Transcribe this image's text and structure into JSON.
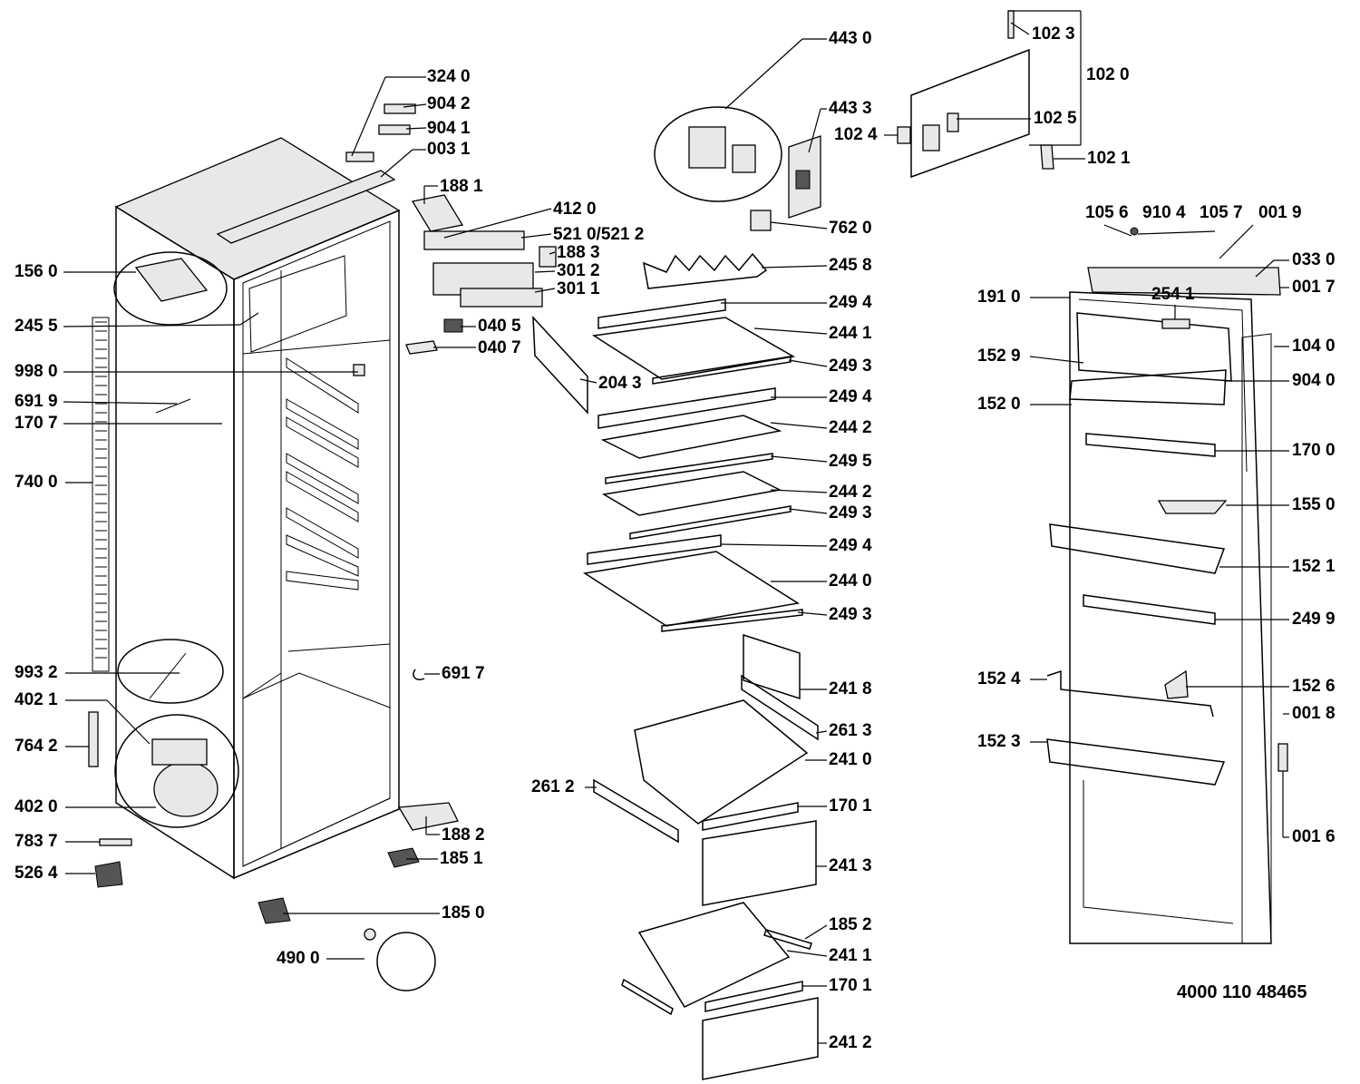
{
  "document_number": "4000 110 48465",
  "labels": {
    "l3240": "324 0",
    "l9042": "904 2",
    "l9041": "904 1",
    "l0031": "003 1",
    "l1881": "188 1",
    "l4120": "412 0",
    "l5210": "521 0/521 2",
    "l1883": "188 3",
    "l3012": "301 2",
    "l3011": "301 1",
    "l0405": "040 5",
    "l0407": "040 7",
    "l2043": "204 3",
    "l1560": "156 0",
    "l2455": "245 5",
    "l9980": "998 0",
    "l6919": "691 9",
    "l1707": "170 7",
    "l7400": "740 0",
    "l9932": "993 2",
    "l4021": "402 1",
    "l7642": "764 2",
    "l4020": "402 0",
    "l7837": "783 7",
    "l5264": "526 4",
    "l1882": "188 2",
    "l1851": "185 1",
    "l1850": "185 0",
    "l4900": "490 0",
    "l6917": "691 7",
    "l4430": "443 0",
    "l4433": "443 3",
    "l7620": "762 0",
    "l2458": "245 8",
    "l2494a": "249 4",
    "l2441": "244 1",
    "l2493a": "249 3",
    "l2494b": "249 4",
    "l2442a": "244 2",
    "l2495": "249 5",
    "l2442b": "244 2",
    "l2493b": "249 3",
    "l2494c": "249 4",
    "l2440": "244 0",
    "l2493c": "249 3",
    "l2418": "241 8",
    "l2613": "261 3",
    "l2410": "241 0",
    "l2612": "261 2",
    "l1701a": "170 1",
    "l2413": "241 3",
    "l1852": "185 2",
    "l2411": "241 1",
    "l1701b": "170 1",
    "l2412": "241 2",
    "l1023": "102 3",
    "l1020": "102 0",
    "l1025": "102 5",
    "l1024": "102 4",
    "l1021": "102 1",
    "l1056": "105 6",
    "l9104": "910 4",
    "l1057": "105 7",
    "l0019": "001 9",
    "l0330": "033 0",
    "l0017": "001 7",
    "l1910": "191 0",
    "l2541": "254 1",
    "l1529": "152 9",
    "l1040": "104 0",
    "l9040": "904 0",
    "l1520": "152 0",
    "l1700": "170 0",
    "l1550": "155 0",
    "l1521": "152 1",
    "l2499": "249 9",
    "l1524": "152 4",
    "l1526": "152 6",
    "l0018": "001 8",
    "l1523": "152 3",
    "l0016": "001 6"
  }
}
